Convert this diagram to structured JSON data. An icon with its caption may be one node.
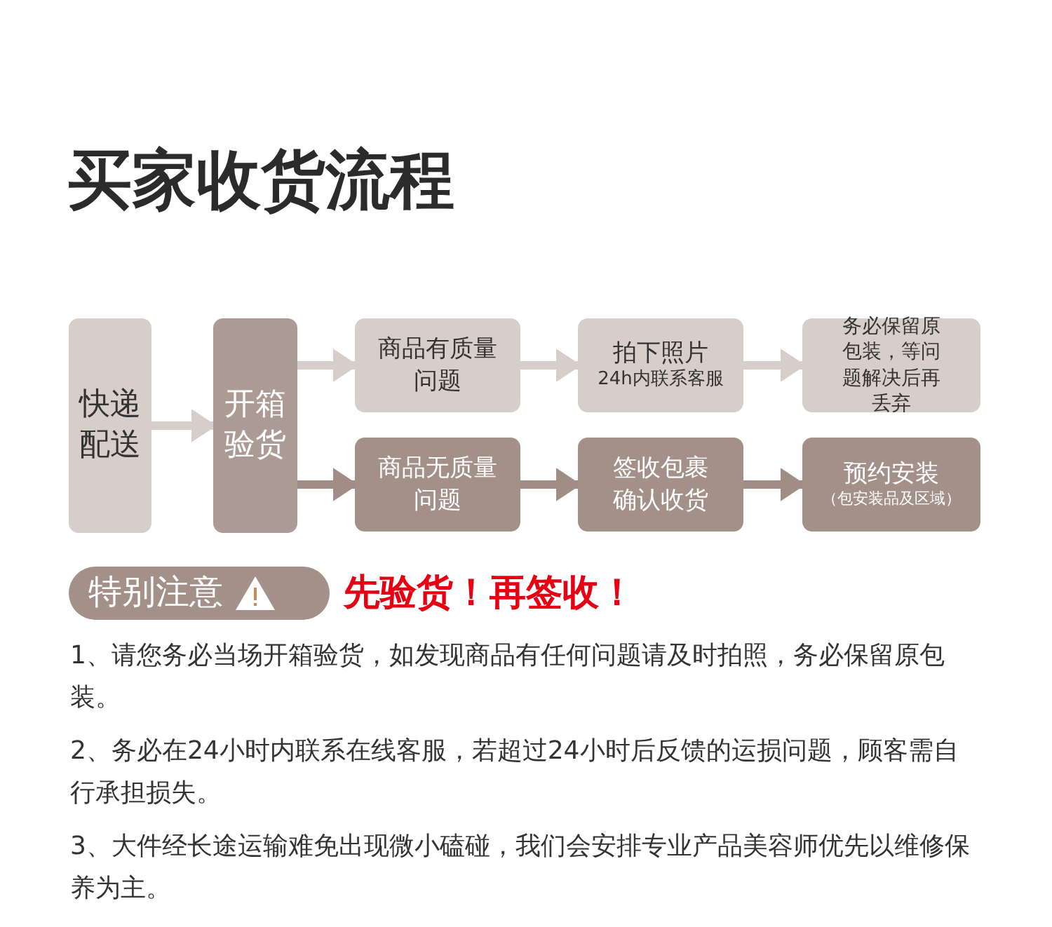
{
  "diagram": {
    "title": "买家收货流程",
    "nodes": [
      {
        "text": [
          "快递配送"
        ]
      },
      {
        "text": [
          "开箱验货"
        ]
      },
      {
        "text": [
          "商品有质量问题"
        ]
      },
      {
        "text": [
          "拍下照片",
          "24h内联系客服"
        ]
      },
      {
        "text": [
          "务必保留原包装，等问题解决后再丢弃"
        ]
      },
      {
        "text": [
          "商品无质量问题"
        ]
      },
      {
        "text": [
          "签收包裹确认收货"
        ]
      },
      {
        "text": [
          "预约安装",
          "（包安装品及区域）"
        ]
      },
      {
        "text": [
          "特别注意"
        ]
      }
    ],
    "edges": [
      {
        "from": 0,
        "to": 1,
        "arrow": "to"
      },
      {
        "from": 1,
        "to": 2,
        "arrow": "to"
      },
      {
        "from": 1,
        "to": 5,
        "arrow": "to",
        "color": "#a08e86"
      },
      {
        "from": 2,
        "to": 3,
        "arrow": "to"
      },
      {
        "from": 3,
        "to": 4,
        "arrow": "to"
      },
      {
        "from": 5,
        "to": 6,
        "arrow": "to",
        "color": "#a08e86"
      },
      {
        "from": 6,
        "to": 7,
        "arrow": "to",
        "color": "#a08e86"
      }
    ],
    "labels": [
      "先验货！再签收！",
      "1、请您务必当场开箱验货，如发现商品有任何问题请及时拍照，务必保留原包装。",
      "2、务必在24小时内联系在线客服，若超过24小时后反馈的运损问题，顾客需自行承担损失。",
      "3、大件经长途运输难免出现微小磕碰，我们会安排专业产品美容师优先以维修保养为主。"
    ]
  }
}
